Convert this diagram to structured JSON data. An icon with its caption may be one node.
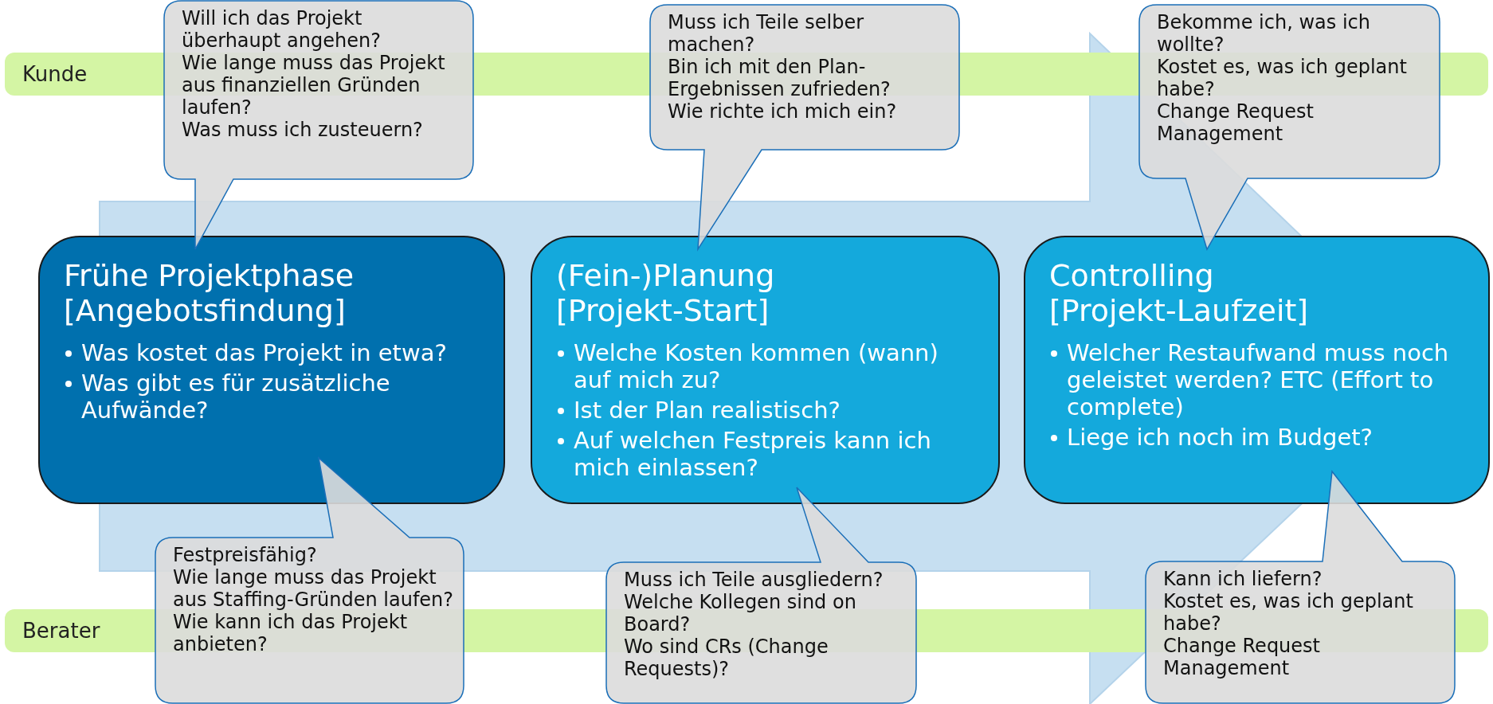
{
  "diagram": {
    "nodes": [
      {
        "text": [
          "Kunde"
        ]
      },
      {
        "text": [
          "Will ich das Projekt überhaupt angehen?",
          "Wie lange muss das Projekt aus finanziellen Gründen laufen?",
          "Was muss ich zusteuern?"
        ]
      },
      {
        "text": [
          "Muss ich Teile selber machen?",
          "Bin ich mit den Plan-Ergebnissen zufrieden?",
          "Wie richte ich mich ein?"
        ]
      },
      {
        "text": [
          "Bekomme ich, was ich wollte?",
          "Kostet es, was ich geplant habe?",
          "Change Request Management"
        ]
      },
      {
        "text": [
          "Frühe Projektphase [Angebotsfindung]",
          "Was kostet das Projekt in etwa?",
          "Was gibt es für zusätzliche Aufwände?"
        ]
      },
      {
        "text": [
          "(Fein-)Planung [Projekt-Start]",
          "Welche Kosten kommen (wann) auf mich zu?",
          "Ist der Plan realistisch?",
          "Auf welchen Festpreis kann ich mich einlassen?"
        ]
      },
      {
        "text": [
          "Controlling [Projekt-Laufzeit]",
          "Welcher Restaufwand muss noch geleistet werden? ETC (Effort to complete)",
          "Liege ich noch im Budget?"
        ]
      },
      {
        "text": [
          "Festpreisfähig?",
          "Wie lange muss das Projekt aus Staffing-Gründen laufen?",
          "Wie kann ich das Projekt anbieten?"
        ]
      },
      {
        "text": [
          "Muss ich Teile ausgliedern?",
          "Welche Kollegen sind on Board?",
          "Wo sind CRs (Change Requests)?"
        ]
      },
      {
        "text": [
          "Kann ich liefern?",
          "Kostet es, was ich geplant habe?",
          "Change Request Management"
        ]
      },
      {
        "text": [
          "Berater"
        ]
      }
    ],
    "edges": [
      {
        "from": 4,
        "to": 6,
        "arrow": "to"
      }
    ]
  }
}
